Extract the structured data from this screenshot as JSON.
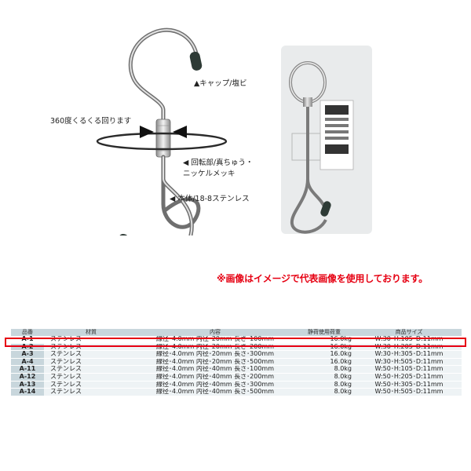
{
  "annotations": {
    "cap": "▲キャップ/塩ビ",
    "rotate": "360度くるくる回ります",
    "swivel_1": "◀ 回転部/真ちゅう・",
    "swivel_2": "ニッケルメッキ",
    "body": "◀ 本体/18-8ステンレス"
  },
  "notice": "※画像はイメージで代表画像を使用しております。",
  "table": {
    "headers": [
      "品番",
      "材質",
      "内容",
      "静荷使用荷重",
      "商品サイズ"
    ],
    "highlight_row": 0,
    "rows": [
      {
        "code": "A-1",
        "material": "ステンレス",
        "desc": "線径･4.0mm 内径･20mm 長さ･100mm",
        "load": "16.0kg",
        "size": "W:30･H:105･D:11mm"
      },
      {
        "code": "A-2",
        "material": "ステンレス",
        "desc": "線径･4.0mm 内径･20mm 長さ･200mm",
        "load": "16.0kg",
        "size": "W:30･H:205･D:11mm"
      },
      {
        "code": "A-3",
        "material": "ステンレス",
        "desc": "線径･4.0mm 内径･20mm 長さ･300mm",
        "load": "16.0kg",
        "size": "W:30･H:305･D:11mm"
      },
      {
        "code": "A-4",
        "material": "ステンレス",
        "desc": "線径･4.0mm 内径･20mm 長さ･500mm",
        "load": "16.0kg",
        "size": "W:30･H:505･D:11mm"
      },
      {
        "code": "A-11",
        "material": "ステンレス",
        "desc": "線径･4.0mm 内径･40mm 長さ･100mm",
        "load": "8.0kg",
        "size": "W:50･H:105･D:11mm"
      },
      {
        "code": "A-12",
        "material": "ステンレス",
        "desc": "線径･4.0mm 内径･40mm 長さ･200mm",
        "load": "8.0kg",
        "size": "W:50･H:205･D:11mm"
      },
      {
        "code": "A-13",
        "material": "ステンレス",
        "desc": "線径･4.0mm 内径･40mm 長さ･300mm",
        "load": "8.0kg",
        "size": "W:50･H:305･D:11mm"
      },
      {
        "code": "A-14",
        "material": "ステンレス",
        "desc": "線径･4.0mm 内径･40mm 長さ･500mm",
        "load": "8.0kg",
        "size": "W:50･H:505･D:11mm"
      }
    ]
  },
  "colors": {
    "accent_red": "#e60012",
    "header_bg": "#c8d6dc",
    "row_bg": "#eef3f5"
  }
}
